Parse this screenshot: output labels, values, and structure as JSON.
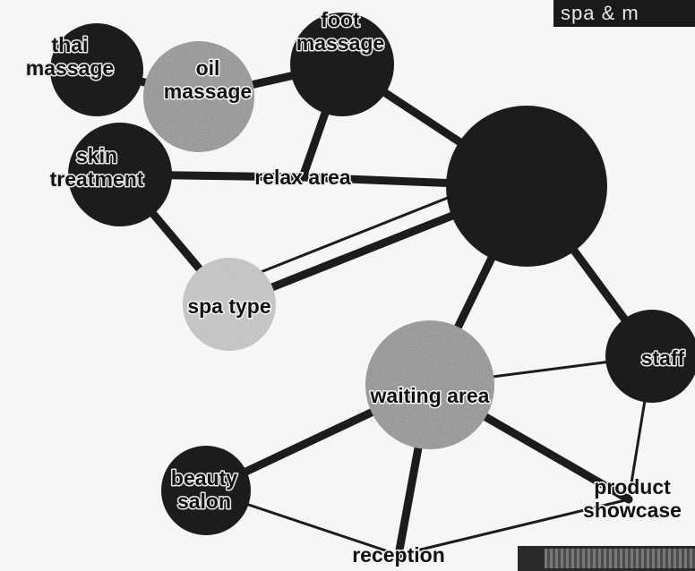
{
  "corner_title": "spa & m",
  "nodes": [
    {
      "id": "thai",
      "lines": [
        "thai",
        "massage"
      ],
      "tone": "dark"
    },
    {
      "id": "oil",
      "lines": [
        "oil",
        "massage"
      ],
      "tone": "mid"
    },
    {
      "id": "foot",
      "lines": [
        "foot",
        "massage"
      ],
      "tone": "dark"
    },
    {
      "id": "skin",
      "lines": [
        "skin",
        "treatment"
      ],
      "tone": "dark"
    },
    {
      "id": "relax",
      "lines": [
        "relax area"
      ],
      "tone": "none"
    },
    {
      "id": "big",
      "lines": [],
      "tone": "dark"
    },
    {
      "id": "spatype",
      "lines": [
        "spa type"
      ],
      "tone": "light"
    },
    {
      "id": "waiting",
      "lines": [
        "waiting area"
      ],
      "tone": "mid"
    },
    {
      "id": "staff",
      "lines": [
        "staff"
      ],
      "tone": "dark"
    },
    {
      "id": "beauty",
      "lines": [
        "beauty",
        "salon"
      ],
      "tone": "dark"
    },
    {
      "id": "product",
      "lines": [
        "product",
        "showcase"
      ],
      "tone": "none"
    },
    {
      "id": "reception",
      "lines": [
        "reception"
      ],
      "tone": "none"
    }
  ],
  "edges": [
    {
      "from": "thai",
      "to": "oil",
      "weight": "heavy"
    },
    {
      "from": "oil",
      "to": "foot",
      "weight": "heavy"
    },
    {
      "from": "foot",
      "to": "relax",
      "weight": "heavy"
    },
    {
      "from": "foot",
      "to": "big",
      "weight": "heavy"
    },
    {
      "from": "skin",
      "to": "relax",
      "weight": "heavy"
    },
    {
      "from": "skin",
      "to": "spatype",
      "weight": "heavy"
    },
    {
      "from": "relax",
      "to": "big",
      "weight": "heavy"
    },
    {
      "from": "spatype",
      "to": "big",
      "weight": "light"
    },
    {
      "from": "spatype",
      "to": "big",
      "weight": "heavy"
    },
    {
      "from": "big",
      "to": "waiting",
      "weight": "heavy"
    },
    {
      "from": "big",
      "to": "staff",
      "weight": "heavy"
    },
    {
      "from": "waiting",
      "to": "staff",
      "weight": "light"
    },
    {
      "from": "waiting",
      "to": "beauty",
      "weight": "heavy"
    },
    {
      "from": "waiting",
      "to": "reception",
      "weight": "heavy"
    },
    {
      "from": "waiting",
      "to": "product",
      "weight": "heavy"
    },
    {
      "from": "beauty",
      "to": "reception",
      "weight": "light"
    },
    {
      "from": "staff",
      "to": "product",
      "weight": "light"
    },
    {
      "from": "reception",
      "to": "product",
      "weight": "light"
    }
  ],
  "colors": {
    "dark": "#1c1c1c",
    "mid": "#8e8e8e",
    "light": "#c9c9c9",
    "edge": "#1c1c1c",
    "background": "#f6f6f6"
  }
}
